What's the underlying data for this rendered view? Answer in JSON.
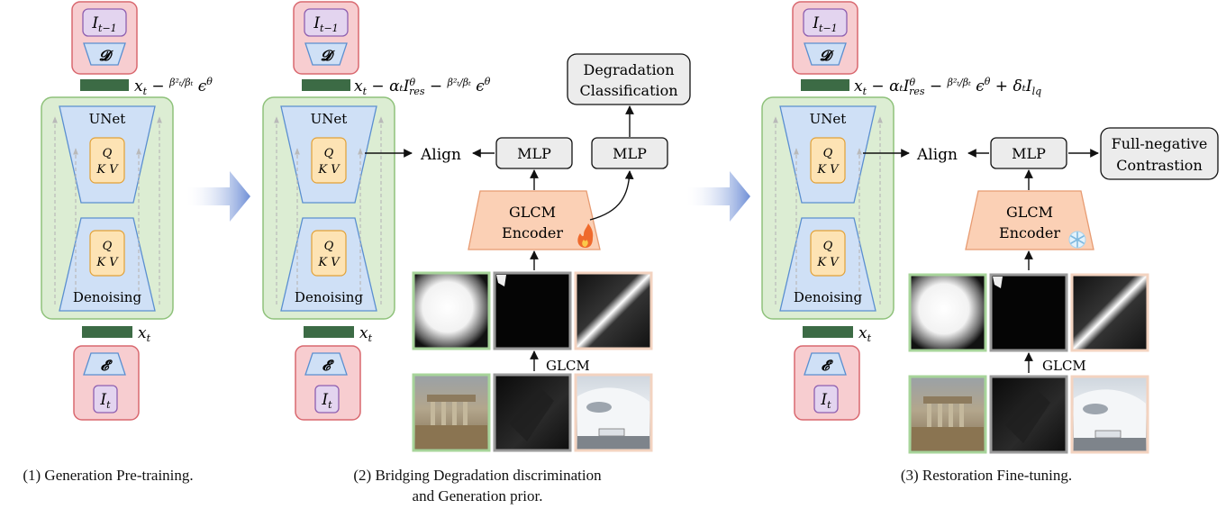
{
  "panels": [
    {
      "caption": "(1) Generation Pre-training.",
      "top_image": "I_{t−1}",
      "decoder": "𝓓",
      "encoder": "𝓔",
      "bottom_image": "I_t",
      "unet_label": "UNet",
      "denoising_label": "Denoising",
      "attn_upper": [
        "Q",
        "K V"
      ],
      "attn_lower": [
        "Q",
        "K V"
      ],
      "latent_bottom": "x_t",
      "formula_top": {
        "lhs": "x",
        "lhs_sub": "t",
        "terms": "− β²ₜ/βₜ ϵ",
        "sup": "θ"
      }
    },
    {
      "caption_line1": "(2) Bridging Degradation discrimination",
      "caption_line2": "and Generation prior.",
      "top_image": "I_{t−1}",
      "decoder": "𝓓",
      "encoder": "𝓔",
      "bottom_image": "I_t",
      "unet_label": "UNet",
      "denoising_label": "Denoising",
      "attn_upper": [
        "Q",
        "K V"
      ],
      "attn_lower": [
        "Q",
        "K V"
      ],
      "latent_bottom": "x_t",
      "align": "Align",
      "mlp_a": "MLP",
      "mlp_b": "MLP",
      "classification": [
        "Degradation",
        "Classification"
      ],
      "encoder_block": [
        "GLCM",
        "Encoder"
      ],
      "encoder_state": "fire-icon",
      "glcm_label": "GLCM"
    },
    {
      "caption": "(3) Restoration Fine-tuning.",
      "top_image": "I_{t−1}",
      "decoder": "𝓓",
      "encoder": "𝓔",
      "bottom_image": "I_t",
      "unet_label": "UNet",
      "denoising_label": "Denoising",
      "attn_upper": [
        "Q",
        "K V"
      ],
      "attn_lower": [
        "Q",
        "K V"
      ],
      "latent_bottom": "x_t",
      "align": "Align",
      "mlp": "MLP",
      "contrast": [
        "Full-negative",
        "Contrastion"
      ],
      "encoder_block": [
        "GLCM",
        "Encoder"
      ],
      "encoder_state": "snowflake-icon",
      "glcm_label": "GLCM"
    }
  ],
  "colors": {
    "red_box_fill": "#f7cdd0",
    "red_box_stroke": "#d9686f",
    "purple_fill": "#e3d4ef",
    "purple_stroke": "#8e5fb0",
    "blue_fill": "#cfe0f6",
    "blue_stroke": "#5b8fd0",
    "green_fill": "#dcedd3",
    "green_stroke": "#8fc27b",
    "attn_fill": "#fde3b4",
    "attn_stroke": "#e2a136",
    "latent": "#3c6b45",
    "glcm_fill": "#fbd0b5",
    "glcm_stroke": "#e79b72",
    "gray_fill": "#ececec",
    "arrow_blue": "#6f8fd6"
  }
}
